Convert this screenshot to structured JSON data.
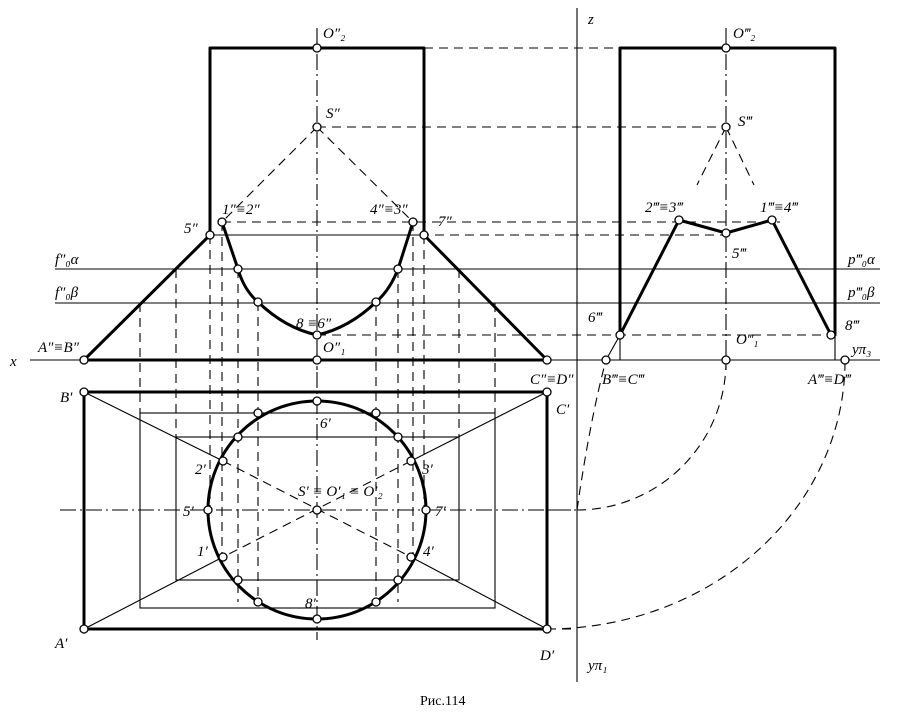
{
  "caption": "Рис.114",
  "labels": {
    "O2pp": "O″₂",
    "Spp": "S″",
    "p12pp": "1″≡2″",
    "p43pp": "4″≡3″",
    "p5pp": "5″",
    "p7pp": "7″",
    "f0a": "f″₀α",
    "f0b": "f″₀β",
    "p86pp": "8 ≡6″",
    "O1pp": "O″₁",
    "ABpp": "A″≡B″",
    "CDpp": "C″≡D″",
    "x": "x",
    "z": "z",
    "O2ppp": "O‴₂",
    "Sppp": "S‴",
    "p23ppp": "2‴≡3‴",
    "p14ppp": "1‴≡4‴",
    "p5ppp": "5‴",
    "p0a": "p‴₀α",
    "p0b": "p‴₀β",
    "p6ppp": "6‴",
    "p8ppp": "8‴",
    "O1ppp": "O‴₁",
    "BCppp": "B‴≡C‴",
    "ADppp": "A‴≡D‴",
    "ypi3": "yπ₃",
    "ypi1": "yπ₁",
    "Bp": "B′",
    "Cp": "C′",
    "Ap": "A′",
    "Dp": "D′",
    "p6p": "6′",
    "p2p": "2′",
    "p3p": "3′",
    "p5p": "5′",
    "p7p": "7′",
    "p1p": "1′",
    "p4p": "4′",
    "p8p": "8′",
    "SOOp": "S′ ≡ O′₁ ≡ O′₂"
  }
}
